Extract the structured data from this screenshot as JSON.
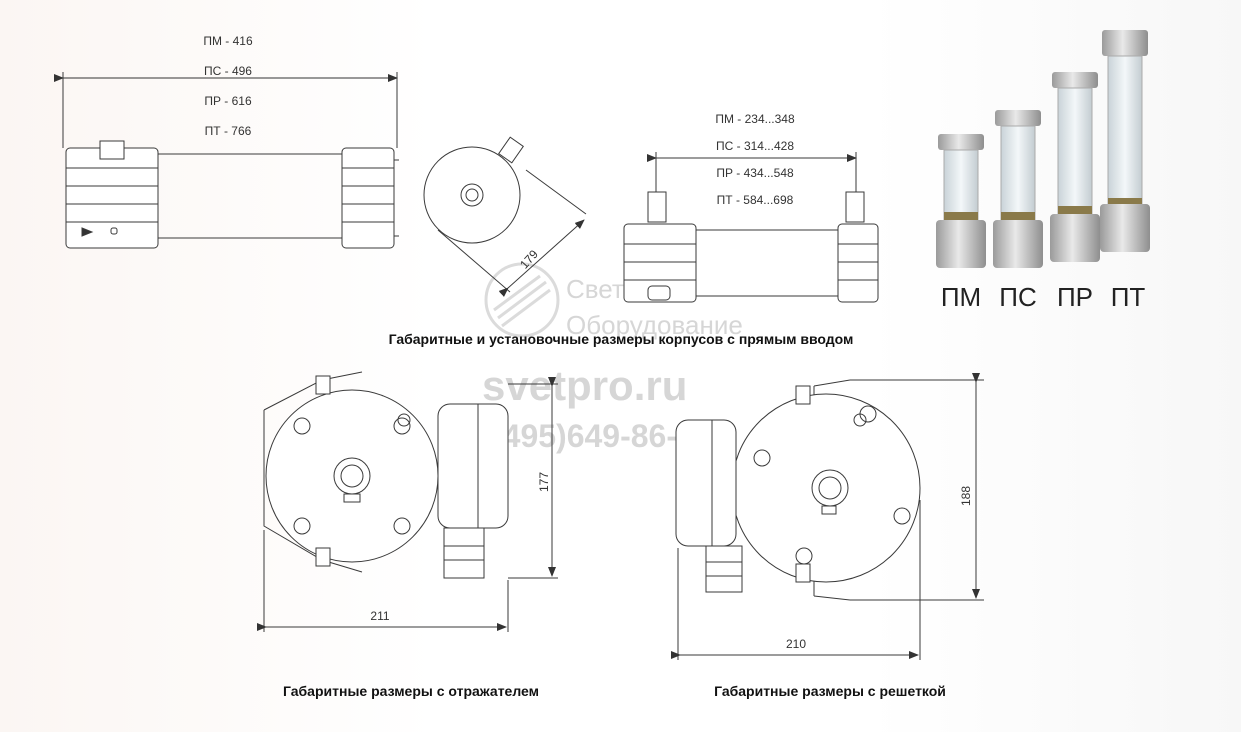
{
  "top_dims": [
    "ПМ - 416",
    "ПС - 496",
    "ПР - 616",
    "ПТ - 766"
  ],
  "mount_dims": [
    "ПМ - 234...348",
    "ПС - 314...428",
    "ПР - 434...548",
    "ПТ - 584...698"
  ],
  "dim_179": "179",
  "series_labels": [
    "ПМ",
    "ПС",
    "ПР",
    "ПТ"
  ],
  "caption_top": "Габаритные и установочные размеры корпусов с прямым вводом",
  "dim_177": "177",
  "dim_211": "211",
  "dim_188": "188",
  "dim_210": "210",
  "caption_left": "Габаритные размеры с отражателем",
  "caption_right": "Габаритные размеры с решеткой",
  "watermark": {
    "line1": "Свет",
    "line2": "Оборудование",
    "site": "svetpro.ru",
    "phone": "(495)649-86-"
  },
  "colors": {
    "line": "#3a3a3a",
    "metal": "#d8d8d8",
    "glass": "#e6ecef",
    "watermark": "#c9c9c9"
  }
}
